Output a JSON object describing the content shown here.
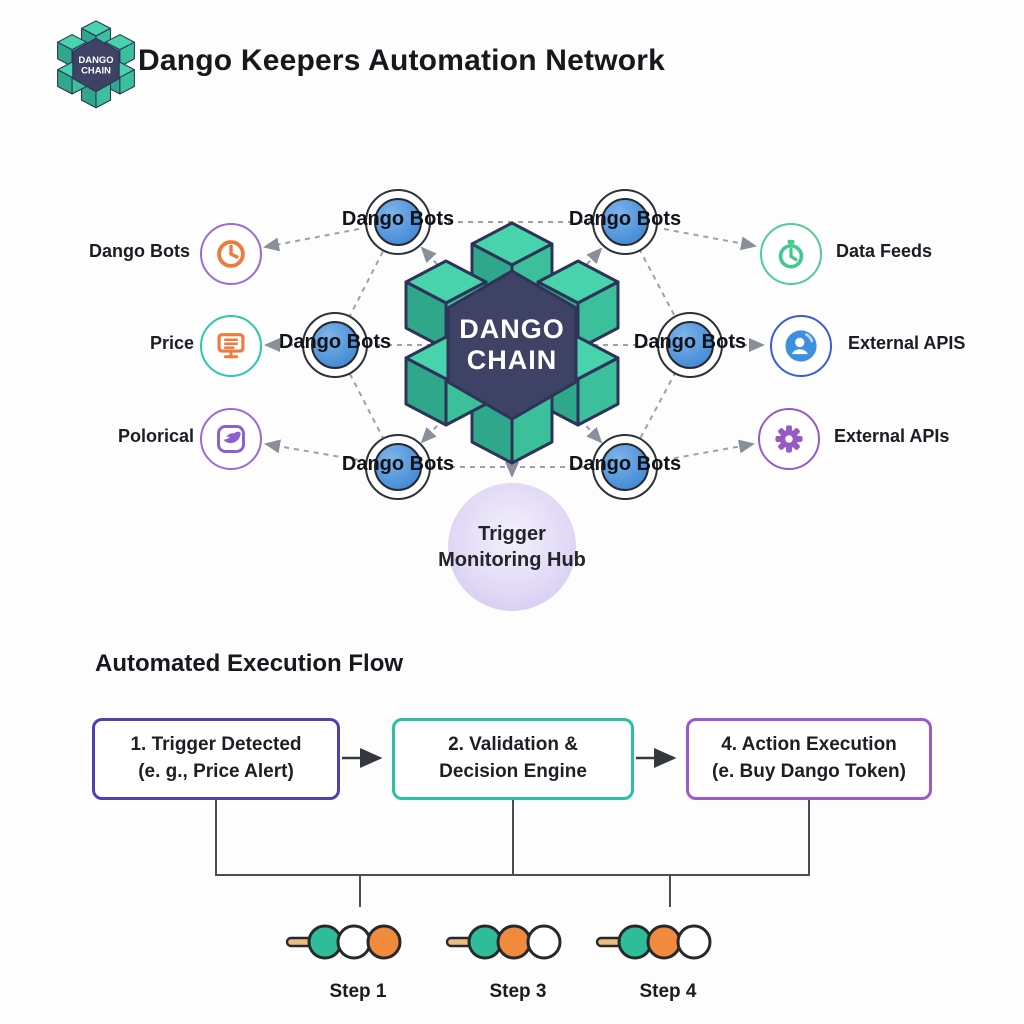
{
  "header": {
    "title": "Dango Keepers Automation Network"
  },
  "network": {
    "center": {
      "line1": "DANGO",
      "line2": "CHAIN"
    },
    "bot_label": "Dango Bots",
    "left_sources": [
      {
        "label": "Dango Bots",
        "icon": "clock-icon"
      },
      {
        "label": "Price",
        "icon": "monitor-icon"
      },
      {
        "label": "Polorical",
        "icon": "bird-icon"
      }
    ],
    "right_sources": [
      {
        "label": "Data Feeds",
        "icon": "stopwatch-icon"
      },
      {
        "label": "External APIS",
        "icon": "user-icon"
      },
      {
        "label": "External APIs",
        "icon": "gear-icon"
      }
    ],
    "hub": {
      "line1": "Trigger",
      "line2": "Monitoring Hub"
    }
  },
  "flow": {
    "title": "Automated Execution Flow",
    "steps": [
      {
        "line1": "1. Trigger Detected",
        "line2": "(e. g., Price Alert)",
        "border_color": "#4B44B0"
      },
      {
        "line1": "2. Validation &",
        "line2": "Decision Engine",
        "border_color": "#2BBFA4"
      },
      {
        "line1": "4. Action Execution",
        "line2": "(e. Buy Dango Token)",
        "border_color": "#9C59CE"
      }
    ],
    "skewers": [
      {
        "label": "Step 1",
        "balls": [
          "green",
          "white",
          "orange"
        ]
      },
      {
        "label": "Step 3",
        "balls": [
          "green",
          "orange",
          "white"
        ]
      },
      {
        "label": "Step 4",
        "balls": [
          "green",
          "orange",
          "white"
        ]
      }
    ]
  },
  "colors": {
    "cube_teal": "#49D3AC",
    "center_navy": "#3E4366",
    "bot_blue": "#4A8FD8",
    "ball_green": "#2EBD98",
    "ball_orange": "#F08A3C",
    "connector_gray": "#9AA1AB",
    "hub_lavender": "#D8CDF1",
    "ring_purple": "#9B6BD3",
    "ring_teal": "#2BC9A8",
    "ring_green": "#4FCE8F",
    "ring_blue": "#3A5BE0"
  }
}
